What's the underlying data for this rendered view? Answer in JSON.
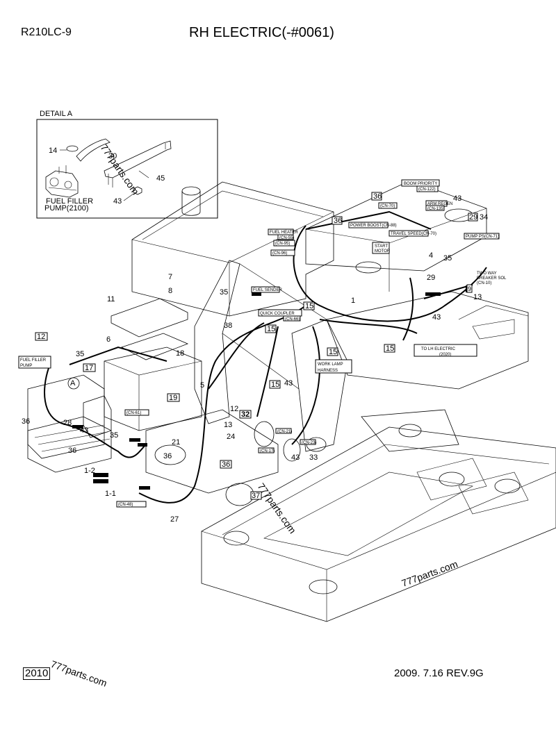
{
  "header": {
    "model": "R210LC-9",
    "title": "RH ELECTRIC(-#0061)"
  },
  "footer": {
    "page_number": "2010",
    "revision": "2009. 7.16  REV.9G"
  },
  "detail": {
    "title": "DETAIL  A",
    "pump_label_line1": "FUEL FILLER",
    "pump_label_line2": "PUMP(2100)"
  },
  "callouts": [
    "14",
    "30",
    "45",
    "43",
    "36",
    "43",
    "29",
    "34",
    "36",
    "4",
    "35",
    "29",
    "13",
    "9",
    "43",
    "1",
    "15",
    "15",
    "15",
    "15",
    "15",
    "43",
    "7",
    "8",
    "11",
    "35",
    "38",
    "6",
    "18",
    "5",
    "19",
    "12",
    "35",
    "17",
    "A",
    "28",
    "43",
    "35",
    "36",
    "12",
    "32",
    "13",
    "24",
    "21",
    "36",
    "33",
    "43",
    "36",
    "37",
    "1-2",
    "1-1",
    "27",
    "36"
  ],
  "connector_labels": [
    "BOOM PRIORITY",
    "(CN-122)",
    "ARM REGEN",
    "(CN-135)",
    "POWER BOOST(CN-88)",
    "(CN-70)",
    "TRAVEL SPEED(CN-70)",
    "FUEL HEATER",
    "(CN-55)",
    "(CN-95)",
    "(CN-96)",
    "START",
    "MOTOR",
    "PUMP PS(CN-71)",
    "TWO WAY",
    "BREAKER SOL",
    "(CN-10)",
    "FUEL SENDER",
    "QUICK COUPLER",
    "(CN-66)",
    "TO LH ELECTRIC",
    "(2020)",
    "WORK LAMP",
    "HARNESS",
    "FUEL FILLER",
    "PUMP",
    "(CN-61)",
    "(CN-21)",
    "(CN-23)",
    "(CN-17)",
    "(CN-48)"
  ],
  "watermarks": [
    "777parts.com",
    "777parts.com",
    "777parts.com",
    "777parts.com"
  ]
}
